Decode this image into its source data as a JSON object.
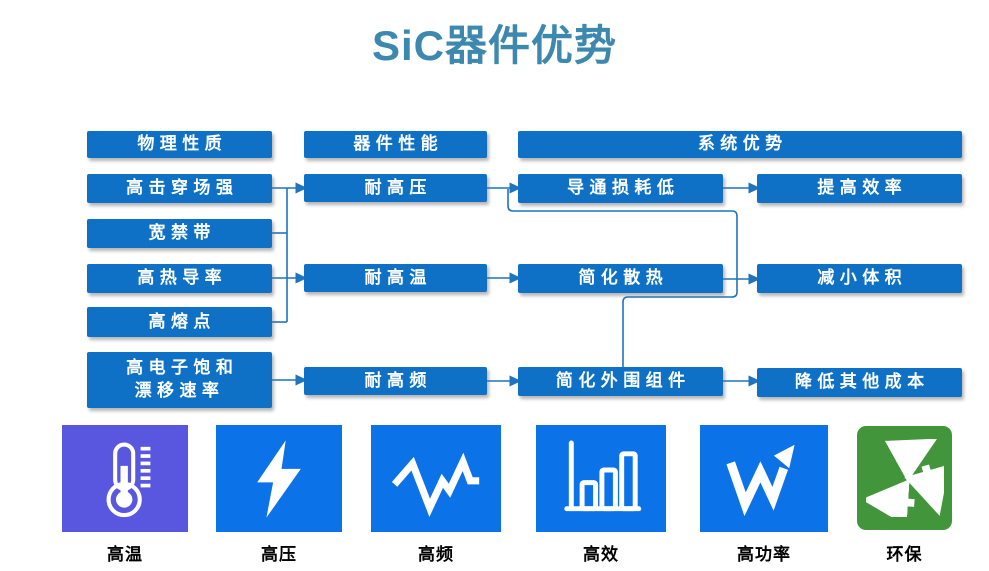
{
  "title": "SiC器件优势",
  "colors": {
    "title_text": "#3C88AE",
    "box_fill": "#0E71C5",
    "box_text": "#FFFFFF",
    "connector": "#1F74BE",
    "tile_purple": "#5956DF",
    "tile_blue": "#0C72E8",
    "tile_green": "#43953B",
    "tile_label_text": "#000000"
  },
  "flowchart": {
    "column_headers": {
      "physical": "物理性质",
      "device": "器件性能",
      "system": "系统优势"
    },
    "physical": {
      "breakdown": "高击穿场强",
      "bandgap": "宽禁带",
      "thermal": "高热导率",
      "melting": "高熔点",
      "saturation_line1": "高电子饱和",
      "saturation_line2": "漂移速率"
    },
    "device": {
      "voltage": "耐高压",
      "temperature": "耐高温",
      "frequency": "耐高频"
    },
    "system": {
      "conduction": "导通损耗低",
      "cooling": "简化散热",
      "peripheral": "简化外围组件",
      "efficiency": "提高效率",
      "volume": "减小体积",
      "cost": "降低其他成本"
    }
  },
  "tiles": [
    {
      "label": "高温",
      "icon": "thermometer-icon",
      "bg": "#5956DF"
    },
    {
      "label": "高压",
      "icon": "lightning-icon",
      "bg": "#0C72E8"
    },
    {
      "label": "高频",
      "icon": "waveform-icon",
      "bg": "#0C72E8"
    },
    {
      "label": "高效",
      "icon": "bar-chart-icon",
      "bg": "#0C72E8"
    },
    {
      "label": "高功率",
      "icon": "power-arrow-icon",
      "bg": "#0C72E8"
    },
    {
      "label": "环保",
      "icon": "recycle-icon",
      "bg": "#43953B"
    }
  ]
}
